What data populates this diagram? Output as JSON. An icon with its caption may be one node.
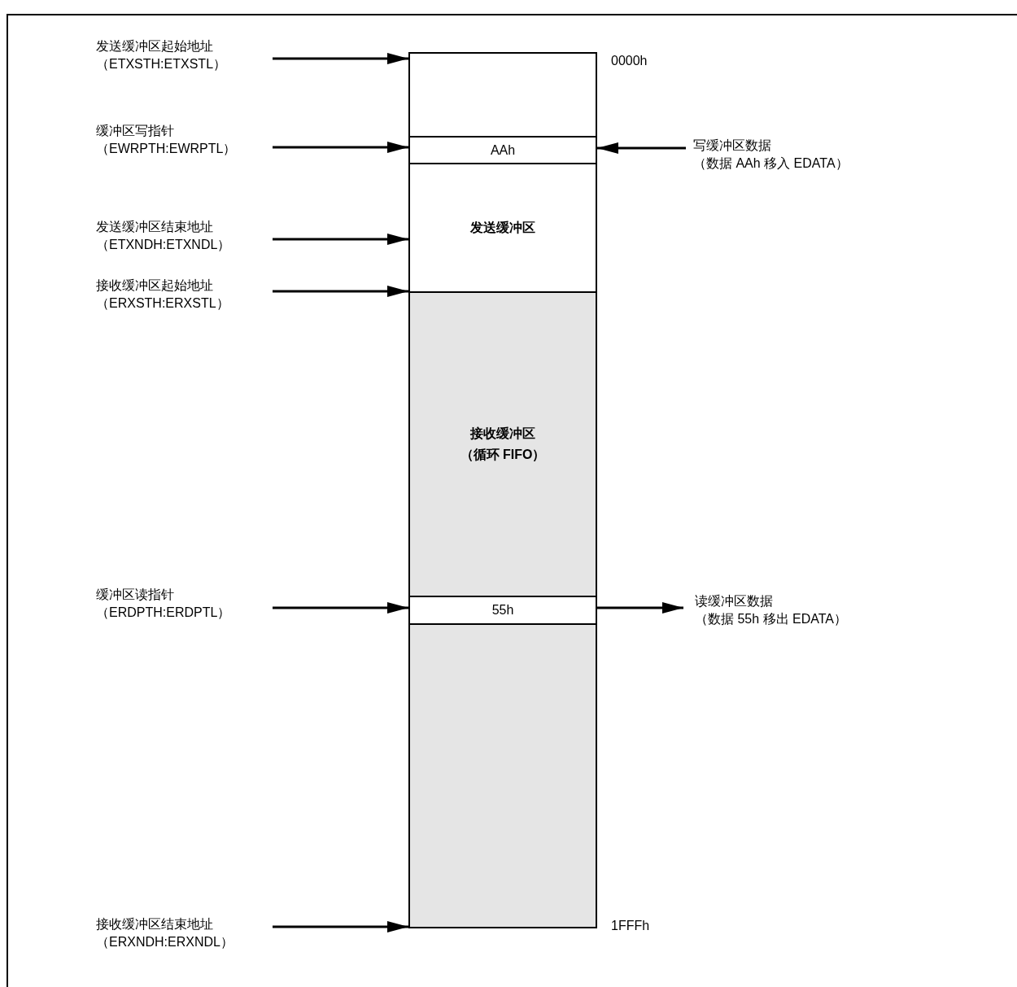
{
  "diagram": {
    "nodes": [
      {
        "text": [
          "发送缓冲区起始地址",
          "（ETXSTH:ETXSTL）"
        ]
      },
      {
        "text": [
          "缓冲区写指针",
          "（EWRPTH:EWRPTL）"
        ]
      },
      {
        "text": [
          "发送缓冲区结束地址",
          "（ETXNDH:ETXNDL）"
        ]
      },
      {
        "text": [
          "接收缓冲区起始地址",
          "（ERXSTH:ERXSTL）"
        ]
      },
      {
        "text": [
          "缓冲区读指针",
          "（ERDPTH:ERDPTL）"
        ]
      },
      {
        "text": [
          "接收缓冲区结束地址",
          "（ERXNDH:ERXNDL）"
        ]
      },
      {
        "text": [],
        "shape": "box"
      },
      {
        "text": [
          "AAh"
        ]
      },
      {
        "text": [
          "发送缓冲区"
        ]
      },
      {
        "text": [
          "接收缓冲区",
          "（循环 FIFO）"
        ]
      },
      {
        "text": [
          "55h"
        ]
      },
      {
        "text": [],
        "shape": "box"
      },
      {
        "text": [
          "写缓冲区数据",
          "（数据 AAh 移入 EDATA）"
        ]
      },
      {
        "text": [
          "读缓冲区数据",
          "（数据 55h 移出 EDATA）"
        ]
      }
    ],
    "edges": [
      {
        "from": 0,
        "to": 6,
        "arrow": "to"
      },
      {
        "from": 1,
        "to": 7,
        "arrow": "to"
      },
      {
        "from": 2,
        "to": 8,
        "arrow": "to"
      },
      {
        "from": 3,
        "to": 9,
        "arrow": "to"
      },
      {
        "from": 4,
        "to": 10,
        "arrow": "to"
      },
      {
        "from": 5,
        "to": 11,
        "arrow": "to"
      },
      {
        "from": 12,
        "to": 7,
        "arrow": "to"
      },
      {
        "from": 10,
        "to": 13,
        "arrow": "to"
      }
    ],
    "labels": [
      "0000h",
      "1FFFh"
    ]
  }
}
